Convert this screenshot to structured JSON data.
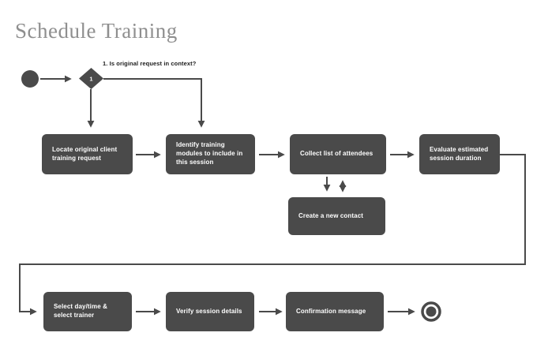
{
  "title": "Schedule Training",
  "colors": {
    "node_fill": "#4a4a4a",
    "node_text": "#ffffff",
    "connector": "#4a4a4a",
    "title_text": "#8f8f8f",
    "background": "#ffffff"
  },
  "flow": {
    "start": {
      "type": "start-node"
    },
    "decision": {
      "number": "1",
      "label": "1. Is original request in context?"
    },
    "tasks": {
      "locate": "Locate original client\ntraining request",
      "identify": "Identify training\nmodules to include in\nthis session",
      "collect": "Collect list of attendees",
      "evaluate": "Evaluate estimated\nsession duration",
      "create_contact": "Create a new contact",
      "select": "Select day/time &\nselect trainer",
      "verify": "Verify session details",
      "confirmation": "Confirmation message"
    },
    "end": {
      "type": "end-node"
    }
  }
}
